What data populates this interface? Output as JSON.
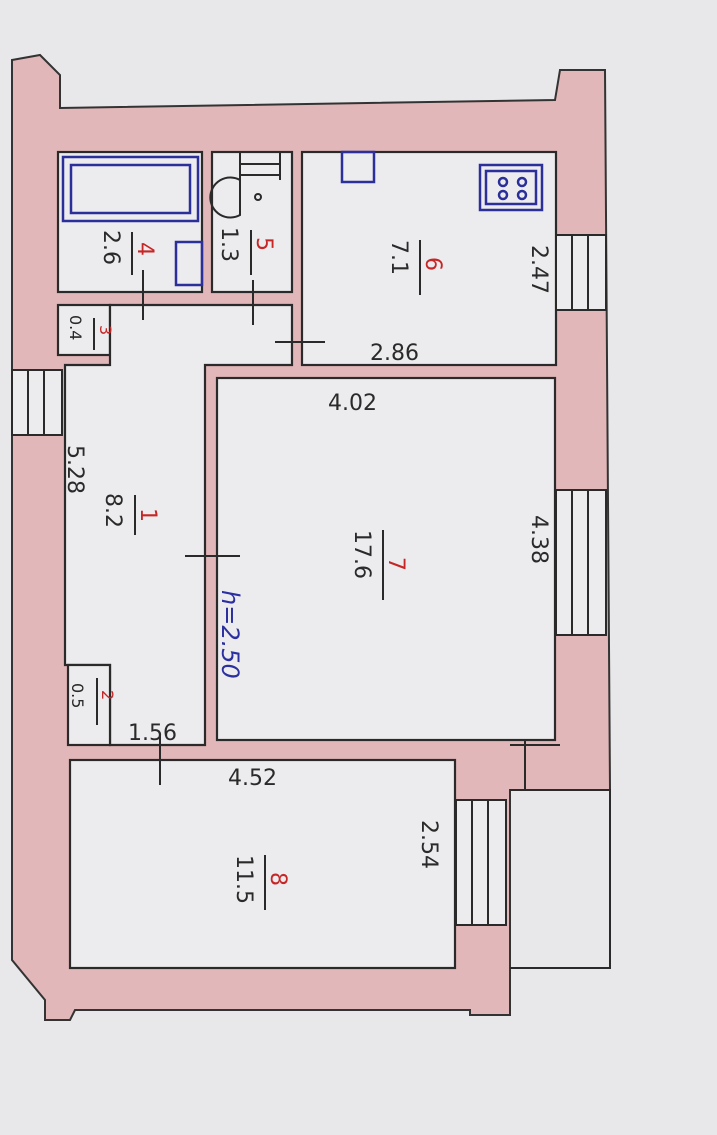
{
  "rooms": [
    {
      "number": "1",
      "area": "8.2"
    },
    {
      "number": "2",
      "area": "0.5"
    },
    {
      "number": "3",
      "area": "0.4"
    },
    {
      "number": "4",
      "area": "2.6"
    },
    {
      "number": "5",
      "area": "1.3"
    },
    {
      "number": "6",
      "area": "7.1"
    },
    {
      "number": "7",
      "area": "17.6"
    },
    {
      "number": "8",
      "area": "11.5"
    }
  ],
  "dimensions": {
    "kitchen_width": "2.47",
    "kitchen_length": "2.86",
    "room7_length": "4.02",
    "room7_width": "4.38",
    "hall_length": "5.28",
    "closet_width": "1.56",
    "room8_length": "4.52",
    "room8_width": "2.54"
  },
  "ceiling_height": "h=2.50",
  "colors": {
    "wall": "#e2b7b9",
    "room_number": "#c62626",
    "fixtures": "#2a2f9a"
  }
}
